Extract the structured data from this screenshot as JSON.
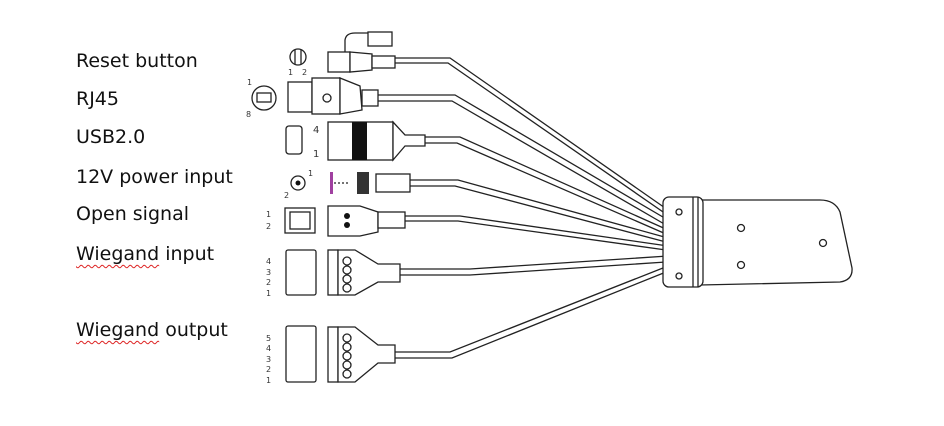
{
  "labels": {
    "reset": "Reset button",
    "rj45": "RJ45",
    "usb": "USB2.0",
    "power": "12V power input",
    "open_signal": "Open signal",
    "wiegand_in_word": "Wiegand",
    "wiegand_in_rest": " input",
    "wiegand_out_word": "Wiegand",
    "wiegand_out_rest": " output"
  },
  "pins": {
    "reset": [
      "1",
      "2"
    ],
    "rj45": [
      "1",
      "8"
    ],
    "usb": [
      "4",
      "1"
    ],
    "power": [
      "1",
      "2"
    ],
    "open_signal": [
      "1",
      "2"
    ],
    "wiegand_in": [
      "4",
      "3",
      "2",
      "1"
    ],
    "wiegand_out": [
      "5",
      "4",
      "3",
      "2",
      "1"
    ]
  }
}
